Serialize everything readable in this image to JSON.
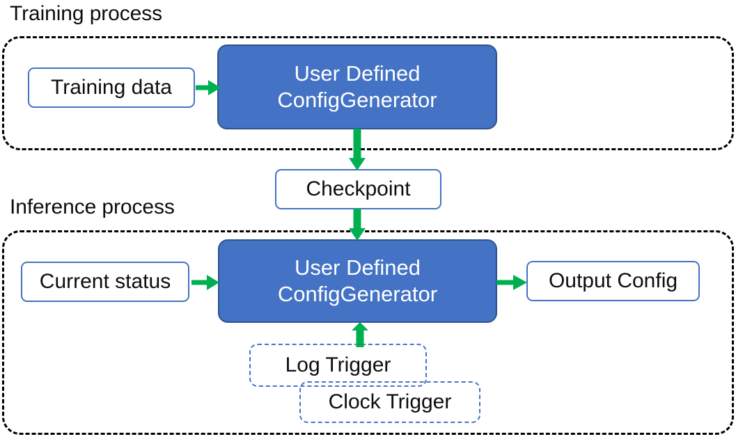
{
  "diagram": {
    "title_labels": {
      "training": "Training process",
      "inference": "Inference process"
    },
    "colors": {
      "process_fill": "#4472C4",
      "process_stroke": "#2F528F",
      "node_stroke": "#4472C4",
      "arrow": "#00B050",
      "group_stroke": "#000000",
      "text_dark": "#0D0D0D",
      "text_light": "#FFFFFF"
    },
    "groups": [
      {
        "id": "training-process",
        "label": "Training process",
        "style": "dashed-black"
      },
      {
        "id": "inference-process",
        "label": "Inference process",
        "style": "dashed-black"
      }
    ],
    "nodes": {
      "training_data": {
        "label": "Training data",
        "style": "outlined"
      },
      "training_generator": {
        "line1": "User Defined",
        "line2": "ConfigGenerator",
        "style": "filled-blue"
      },
      "checkpoint": {
        "label": "Checkpoint",
        "style": "outlined"
      },
      "current_status": {
        "label": "Current status",
        "style": "outlined"
      },
      "inference_generator": {
        "line1": "User Defined",
        "line2": "ConfigGenerator",
        "style": "filled-blue"
      },
      "output_config": {
        "label": "Output Config",
        "style": "outlined"
      },
      "log_trigger": {
        "label": "Log Trigger",
        "style": "dashed-blue"
      },
      "clock_trigger": {
        "label": "Clock Trigger",
        "style": "dashed-blue"
      }
    },
    "edges": [
      {
        "id": "training-data-to-generator",
        "from": "training_data",
        "to": "training_generator",
        "direction": "right"
      },
      {
        "id": "generator-to-checkpoint",
        "from": "training_generator",
        "to": "checkpoint",
        "direction": "down"
      },
      {
        "id": "checkpoint-to-inference-generator",
        "from": "checkpoint",
        "to": "inference_generator",
        "direction": "down"
      },
      {
        "id": "current-status-to-generator",
        "from": "current_status",
        "to": "inference_generator",
        "direction": "right"
      },
      {
        "id": "generator-to-output-config",
        "from": "inference_generator",
        "to": "output_config",
        "direction": "right"
      },
      {
        "id": "trigger-to-generator",
        "from": "log_trigger",
        "to": "inference_generator",
        "direction": "up"
      }
    ]
  }
}
